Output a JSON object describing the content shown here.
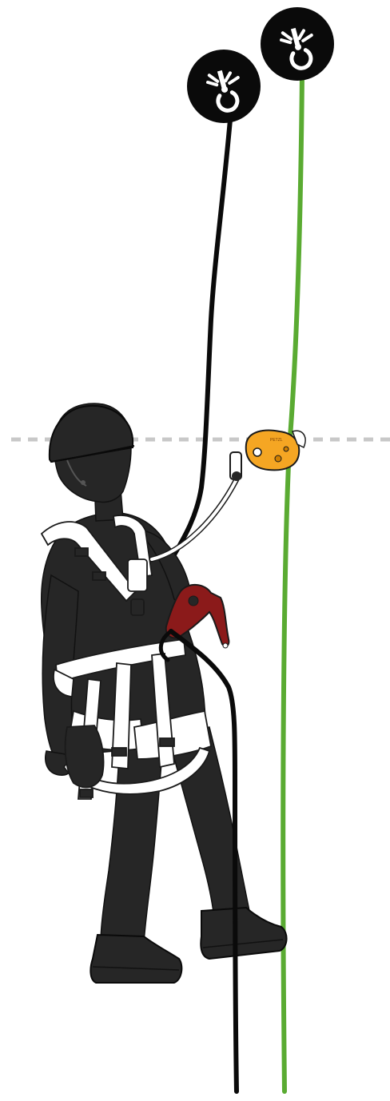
{
  "illustration": {
    "colors": {
      "background": "#ffffff",
      "silhouette": "#262626",
      "harness_webbing": "#ffffff",
      "harness_outline": "#1a1a1a",
      "working_rope": "#0a0a0a",
      "backup_rope": "#5aab32",
      "backup_device": "#f5a623",
      "descender": "#8b1a1a",
      "anchor_badge": "#0a0a0a",
      "anchor_symbol": "#ffffff",
      "reference_line": "#c8c8c8"
    },
    "anchors": [
      {
        "name": "anchor-working-rope",
        "icon": "rope-anchor-icon"
      },
      {
        "name": "anchor-backup-rope",
        "icon": "rope-anchor-icon"
      }
    ],
    "devices": {
      "backup_device_marking": "PETZL",
      "descender_icon": "descender-device-icon"
    },
    "reference_line_style": "dashed"
  }
}
